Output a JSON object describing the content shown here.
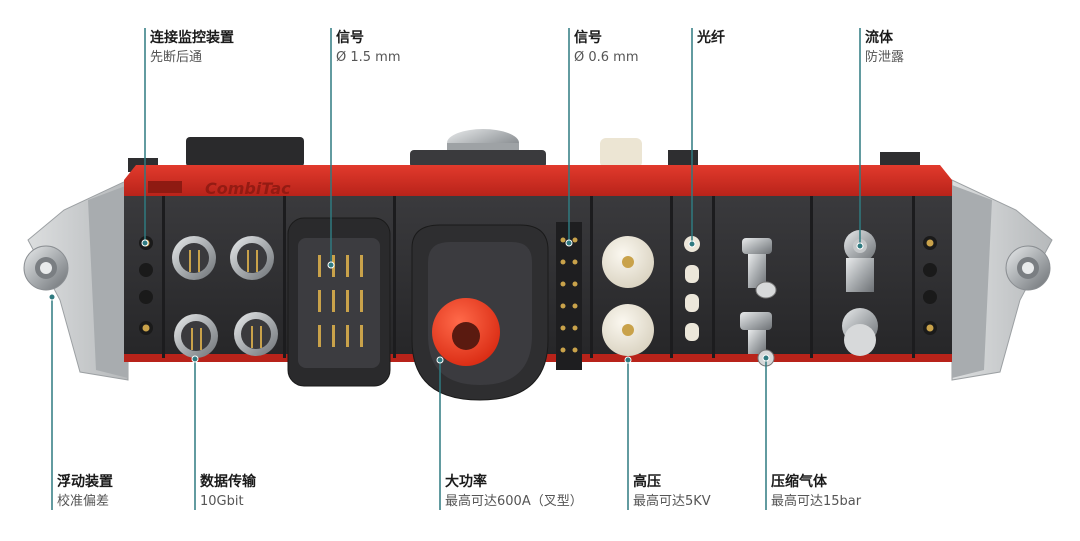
{
  "colors": {
    "leader": "#2f7a80",
    "housing_red": "#d42a1f",
    "housing_dark": "#2b2b2d",
    "bracket": "#c9cbcd",
    "module_dark": "#333336",
    "insulator": "#ece7da",
    "accent_red": "#e8361e",
    "pin_gold": "#c9a24a"
  },
  "product": {
    "brand_text": "CombiTac"
  },
  "callouts": {
    "monitor": {
      "title": "连接监控装置",
      "subtitle": "先断后通"
    },
    "signal_15": {
      "title": "信号",
      "subtitle": "Ø 1.5 mm"
    },
    "signal_06": {
      "title": "信号",
      "subtitle": "Ø 0.6 mm"
    },
    "fiber": {
      "title": "光纤",
      "subtitle": ""
    },
    "fluid": {
      "title": "流体",
      "subtitle": "防泄露"
    },
    "floating": {
      "title": "浮动装置",
      "subtitle": "校准偏差"
    },
    "data": {
      "title": "数据传输",
      "subtitle": "10Gbit"
    },
    "power": {
      "title": "大功率",
      "subtitle": "最高可达600A（叉型）"
    },
    "hv": {
      "title": "高压",
      "subtitle": "最高可达5KV"
    },
    "air": {
      "title": "压缩气体",
      "subtitle": "最高可达15bar"
    }
  }
}
